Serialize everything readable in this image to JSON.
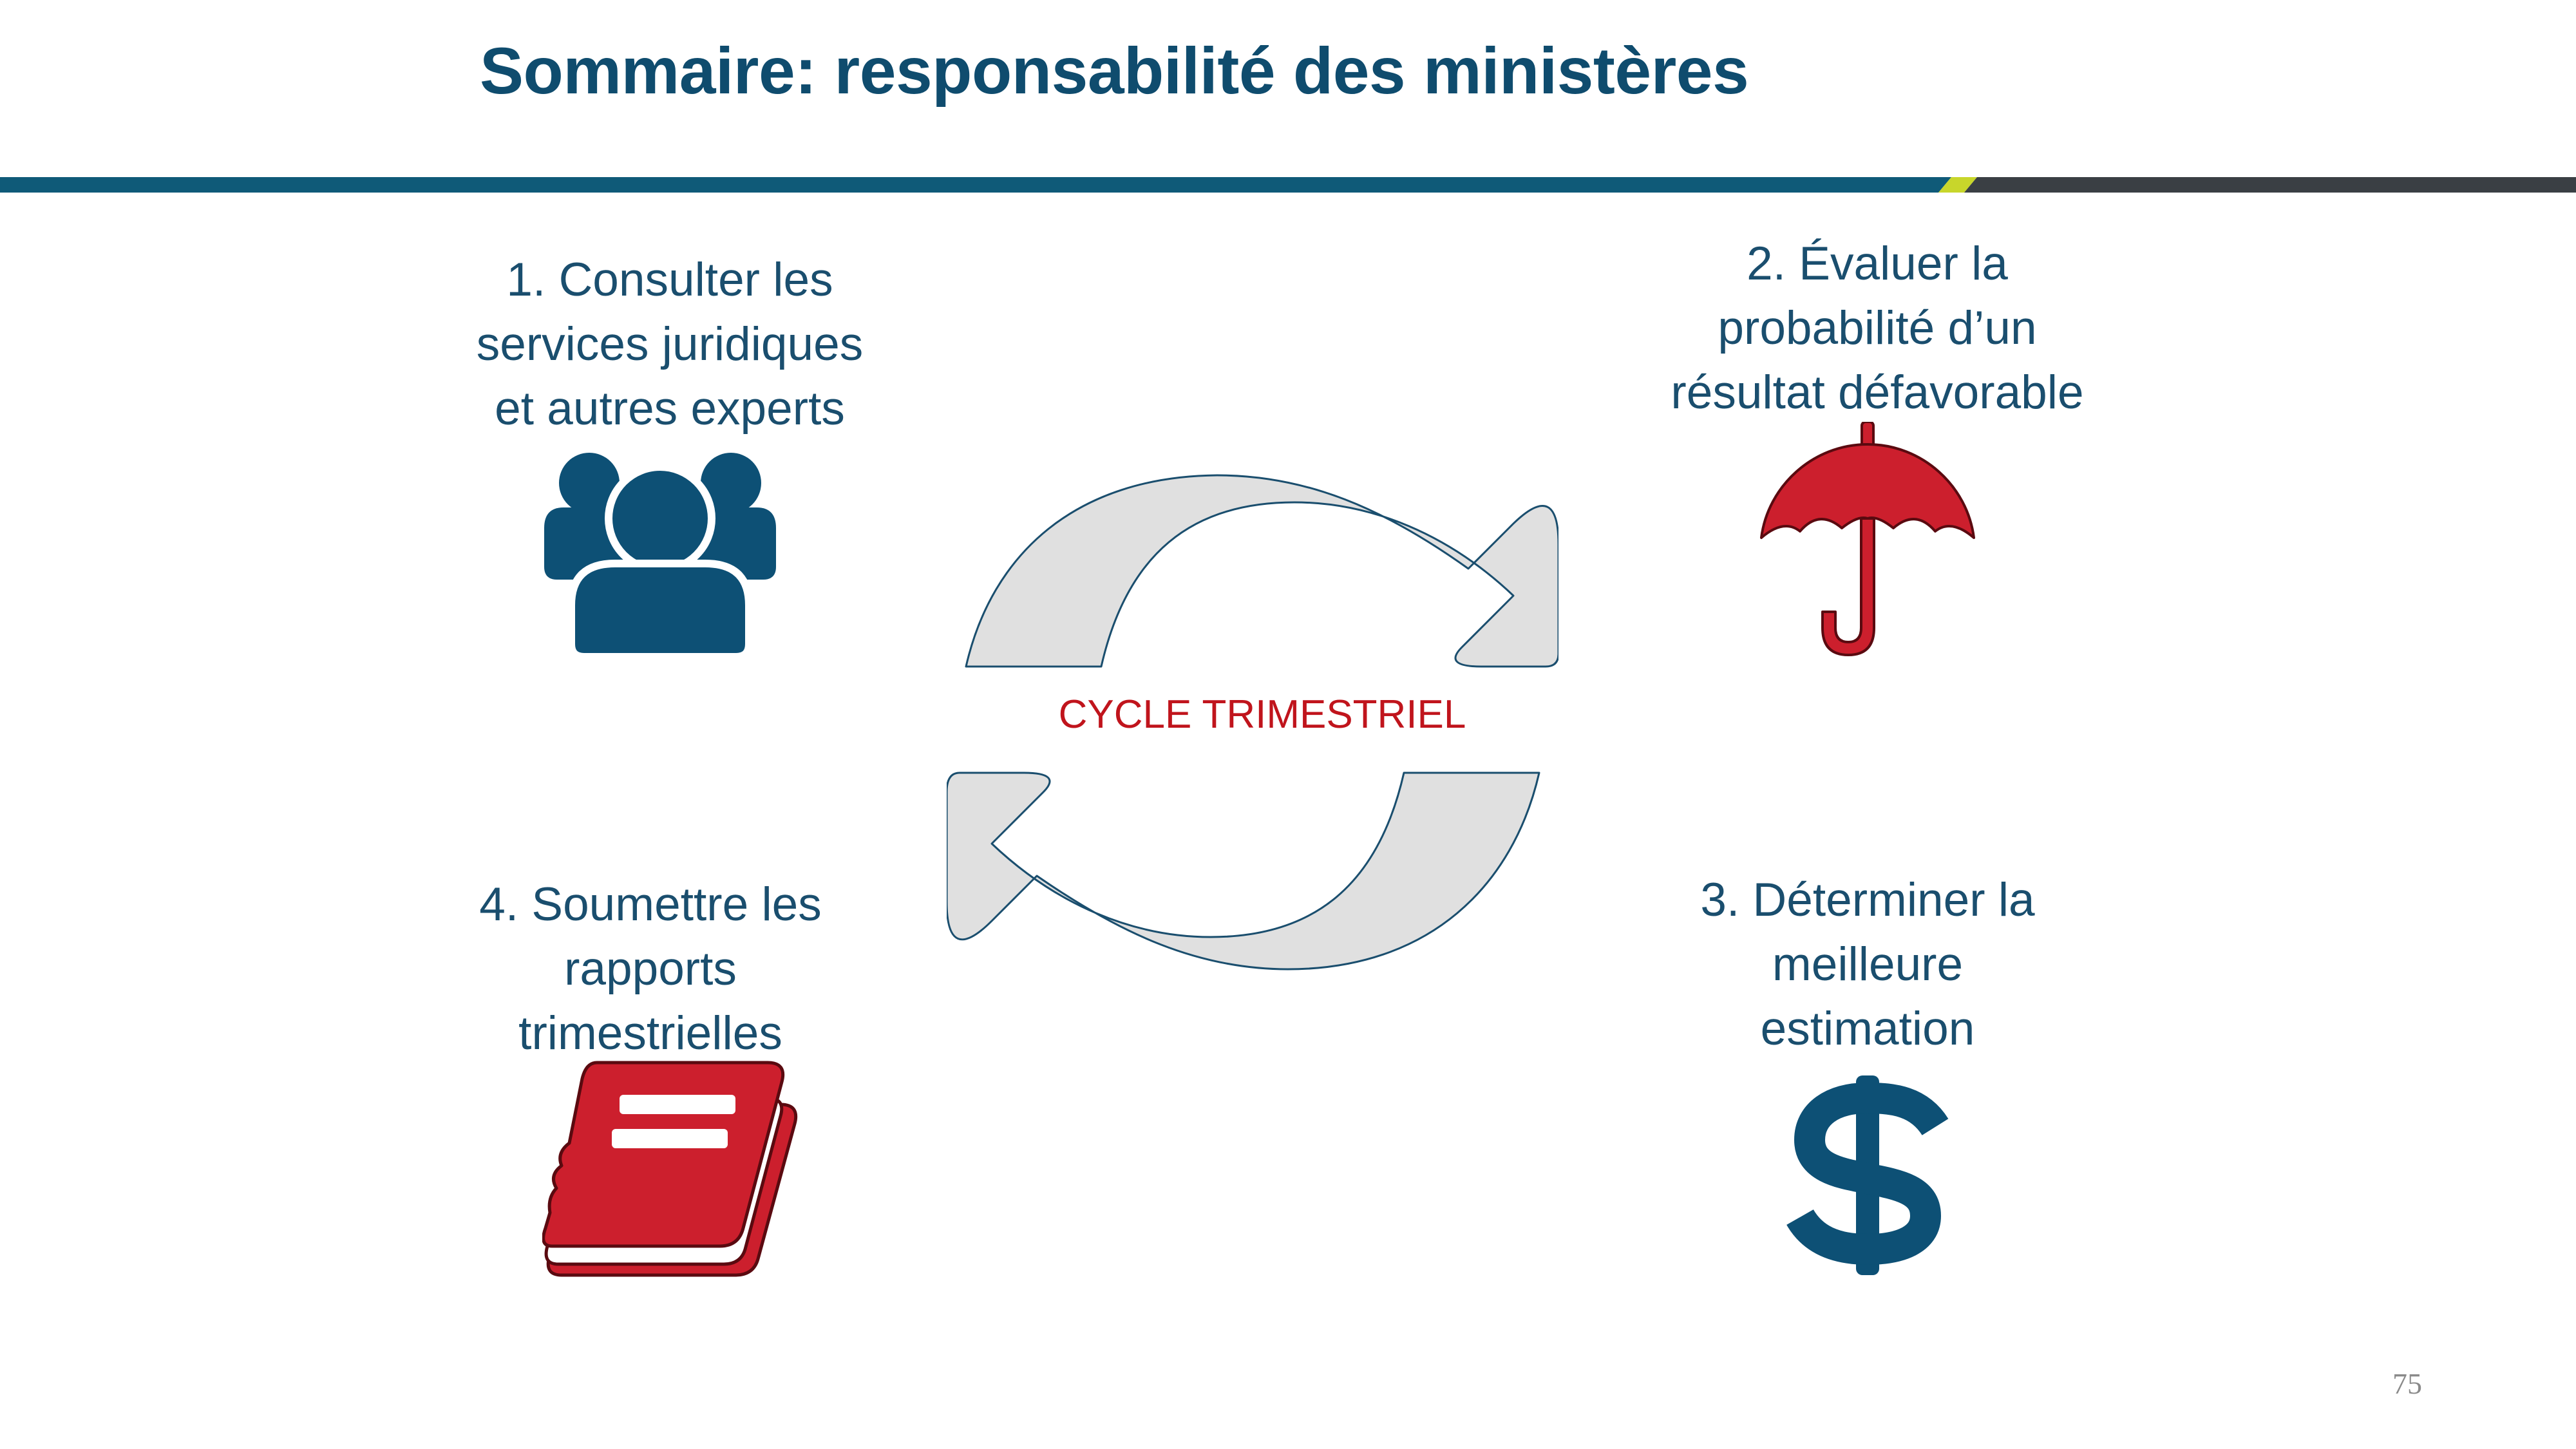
{
  "slide": {
    "title": "Sommaire: responsabilité des ministères",
    "page_number": "75"
  },
  "cycle": {
    "label": "CYCLE TRIMESTRIEL",
    "arrow_icon": "cycle-arrows-icon",
    "arrow_fill": "#e0e0e0",
    "arrow_outline": "#1a4e6e"
  },
  "steps": [
    {
      "label": "1. Consulter les\nservices juridiques\net autres experts",
      "icon": "people-group-icon",
      "color": "#0d5075"
    },
    {
      "label": "2. Évaluer la\nprobabilité d’un\nrésultat défavorable",
      "icon": "umbrella-icon",
      "color": "#cc1f2d"
    },
    {
      "label": "3. Déterminer la\nmeilleure\nestimation",
      "icon": "dollar-icon",
      "color": "#0d5075"
    },
    {
      "label": "4. Soumettre les\nrapports\ntrimestrielles",
      "icon": "book-icon",
      "color": "#cc1f2d"
    }
  ],
  "colors": {
    "title": "#0f4c6e",
    "rule_primary": "#0f5a78",
    "rule_accent": "#c8d62b",
    "rule_secondary": "#3a3f44"
  }
}
